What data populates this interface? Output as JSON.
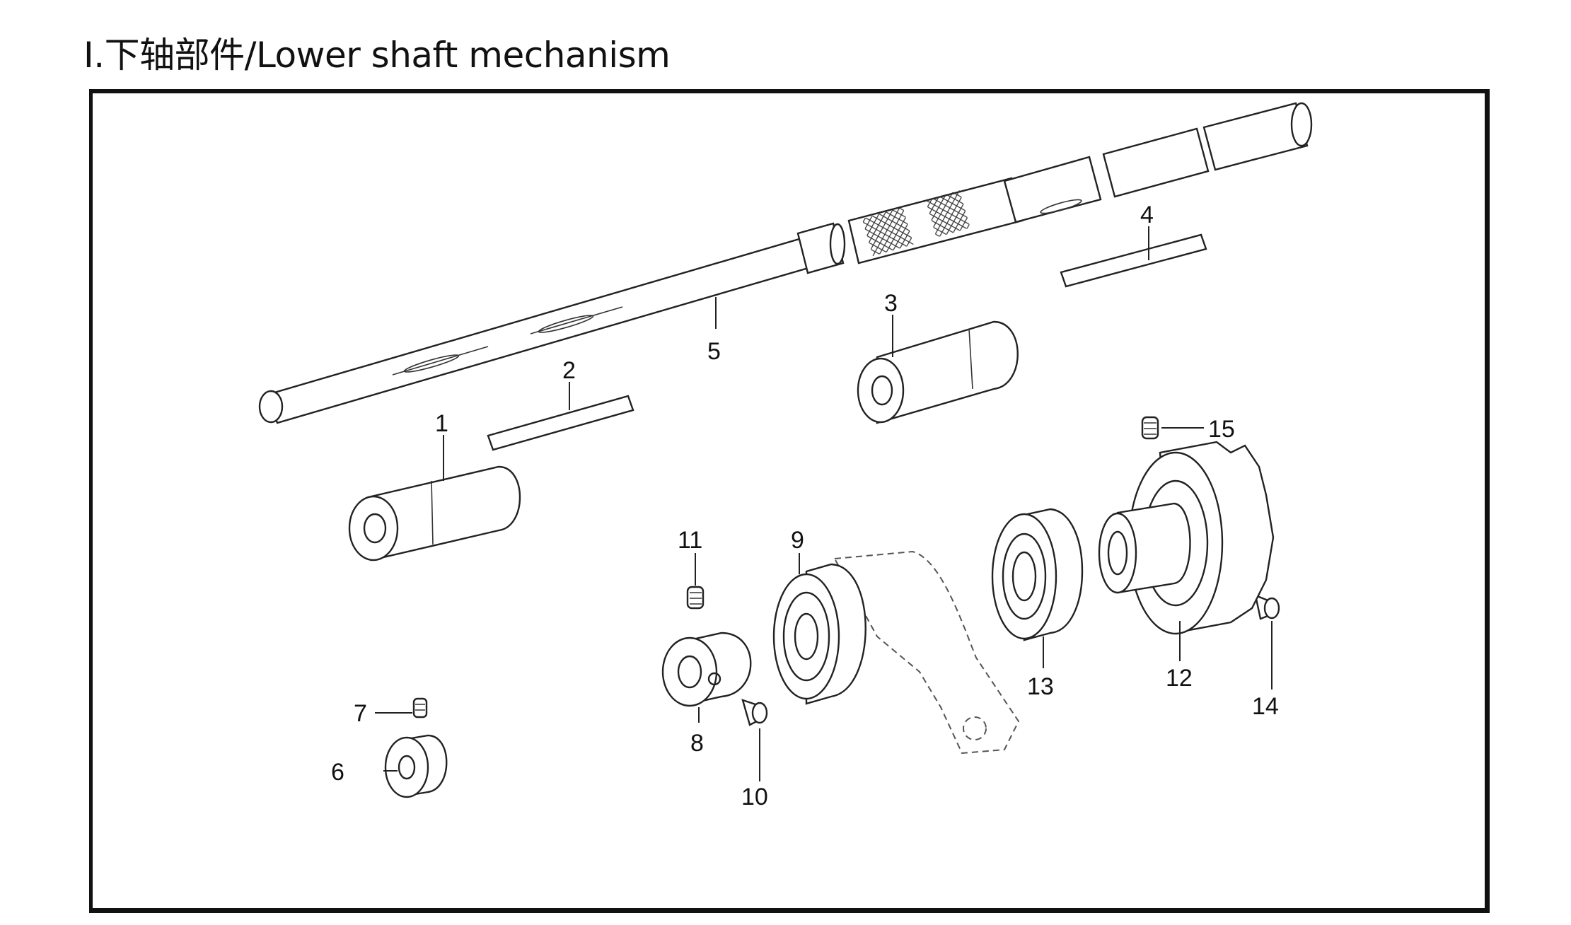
{
  "title": "Ⅰ.下轴部件/Lower shaft mechanism",
  "callouts": [
    "1",
    "2",
    "3",
    "4",
    "5",
    "6",
    "7",
    "8",
    "9",
    "10",
    "11",
    "12",
    "13",
    "14",
    "15"
  ]
}
